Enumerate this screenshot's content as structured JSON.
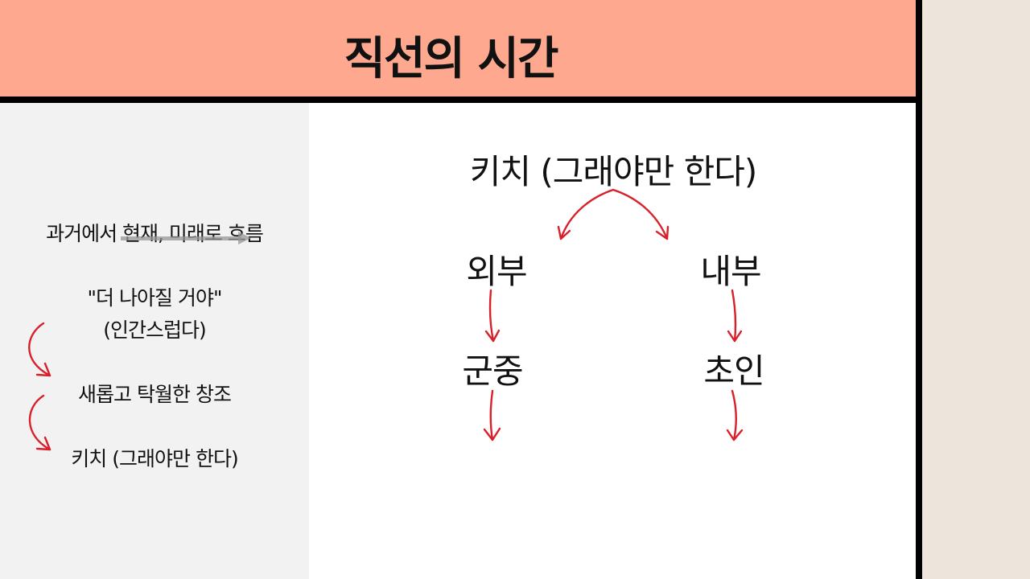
{
  "title": "직선의 시간",
  "sidebar": {
    "line1": "과거에서 현재, 미래로 흐름",
    "line2a": "\"더 나아질 거야\"",
    "line2b": "(인간스럽다)",
    "line3": "새롭고 탁월한 창조",
    "line4": "키치 (그래야만 한다)"
  },
  "diagram": {
    "root": "키치 (그래야만 한다)",
    "left": "외부",
    "right": "내부",
    "left_child": "군중",
    "right_child": "초인"
  },
  "colors": {
    "header": "#fea98f",
    "arrow": "#d9202a",
    "sidebar_bg": "#f2f2f2",
    "margin_bg": "#ede5dc"
  }
}
